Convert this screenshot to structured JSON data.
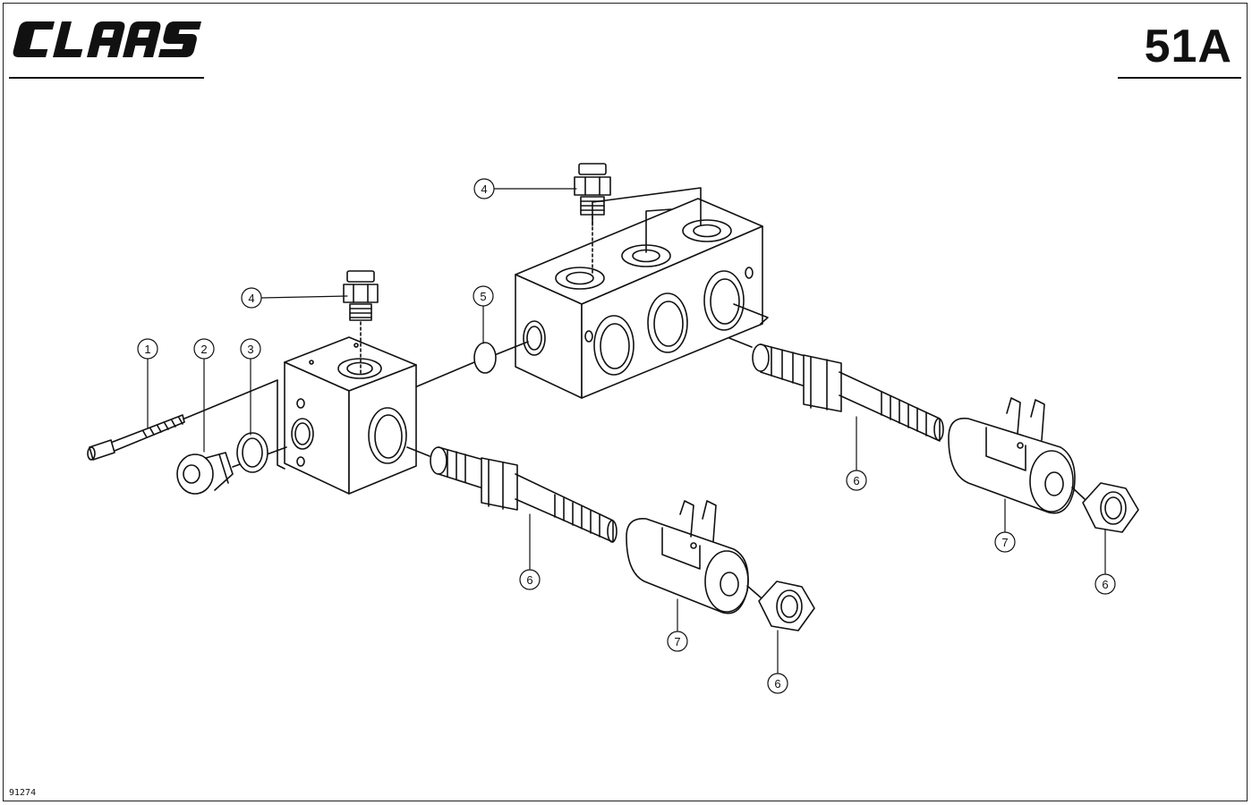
{
  "header": {
    "brand": "CLAAS",
    "sheet_number": "51A"
  },
  "footer": {
    "drawing_number": "91274"
  },
  "callouts": [
    {
      "id": "c1",
      "label": "1"
    },
    {
      "id": "c2",
      "label": "2"
    },
    {
      "id": "c3",
      "label": "3"
    },
    {
      "id": "c4a",
      "label": "4"
    },
    {
      "id": "c4b",
      "label": "4"
    },
    {
      "id": "c5",
      "label": "5"
    },
    {
      "id": "c6a",
      "label": "6"
    },
    {
      "id": "c6b",
      "label": "6"
    },
    {
      "id": "c6c",
      "label": "6"
    },
    {
      "id": "c6d",
      "label": "6"
    },
    {
      "id": "c7a",
      "label": "7"
    },
    {
      "id": "c7b",
      "label": "7"
    }
  ]
}
